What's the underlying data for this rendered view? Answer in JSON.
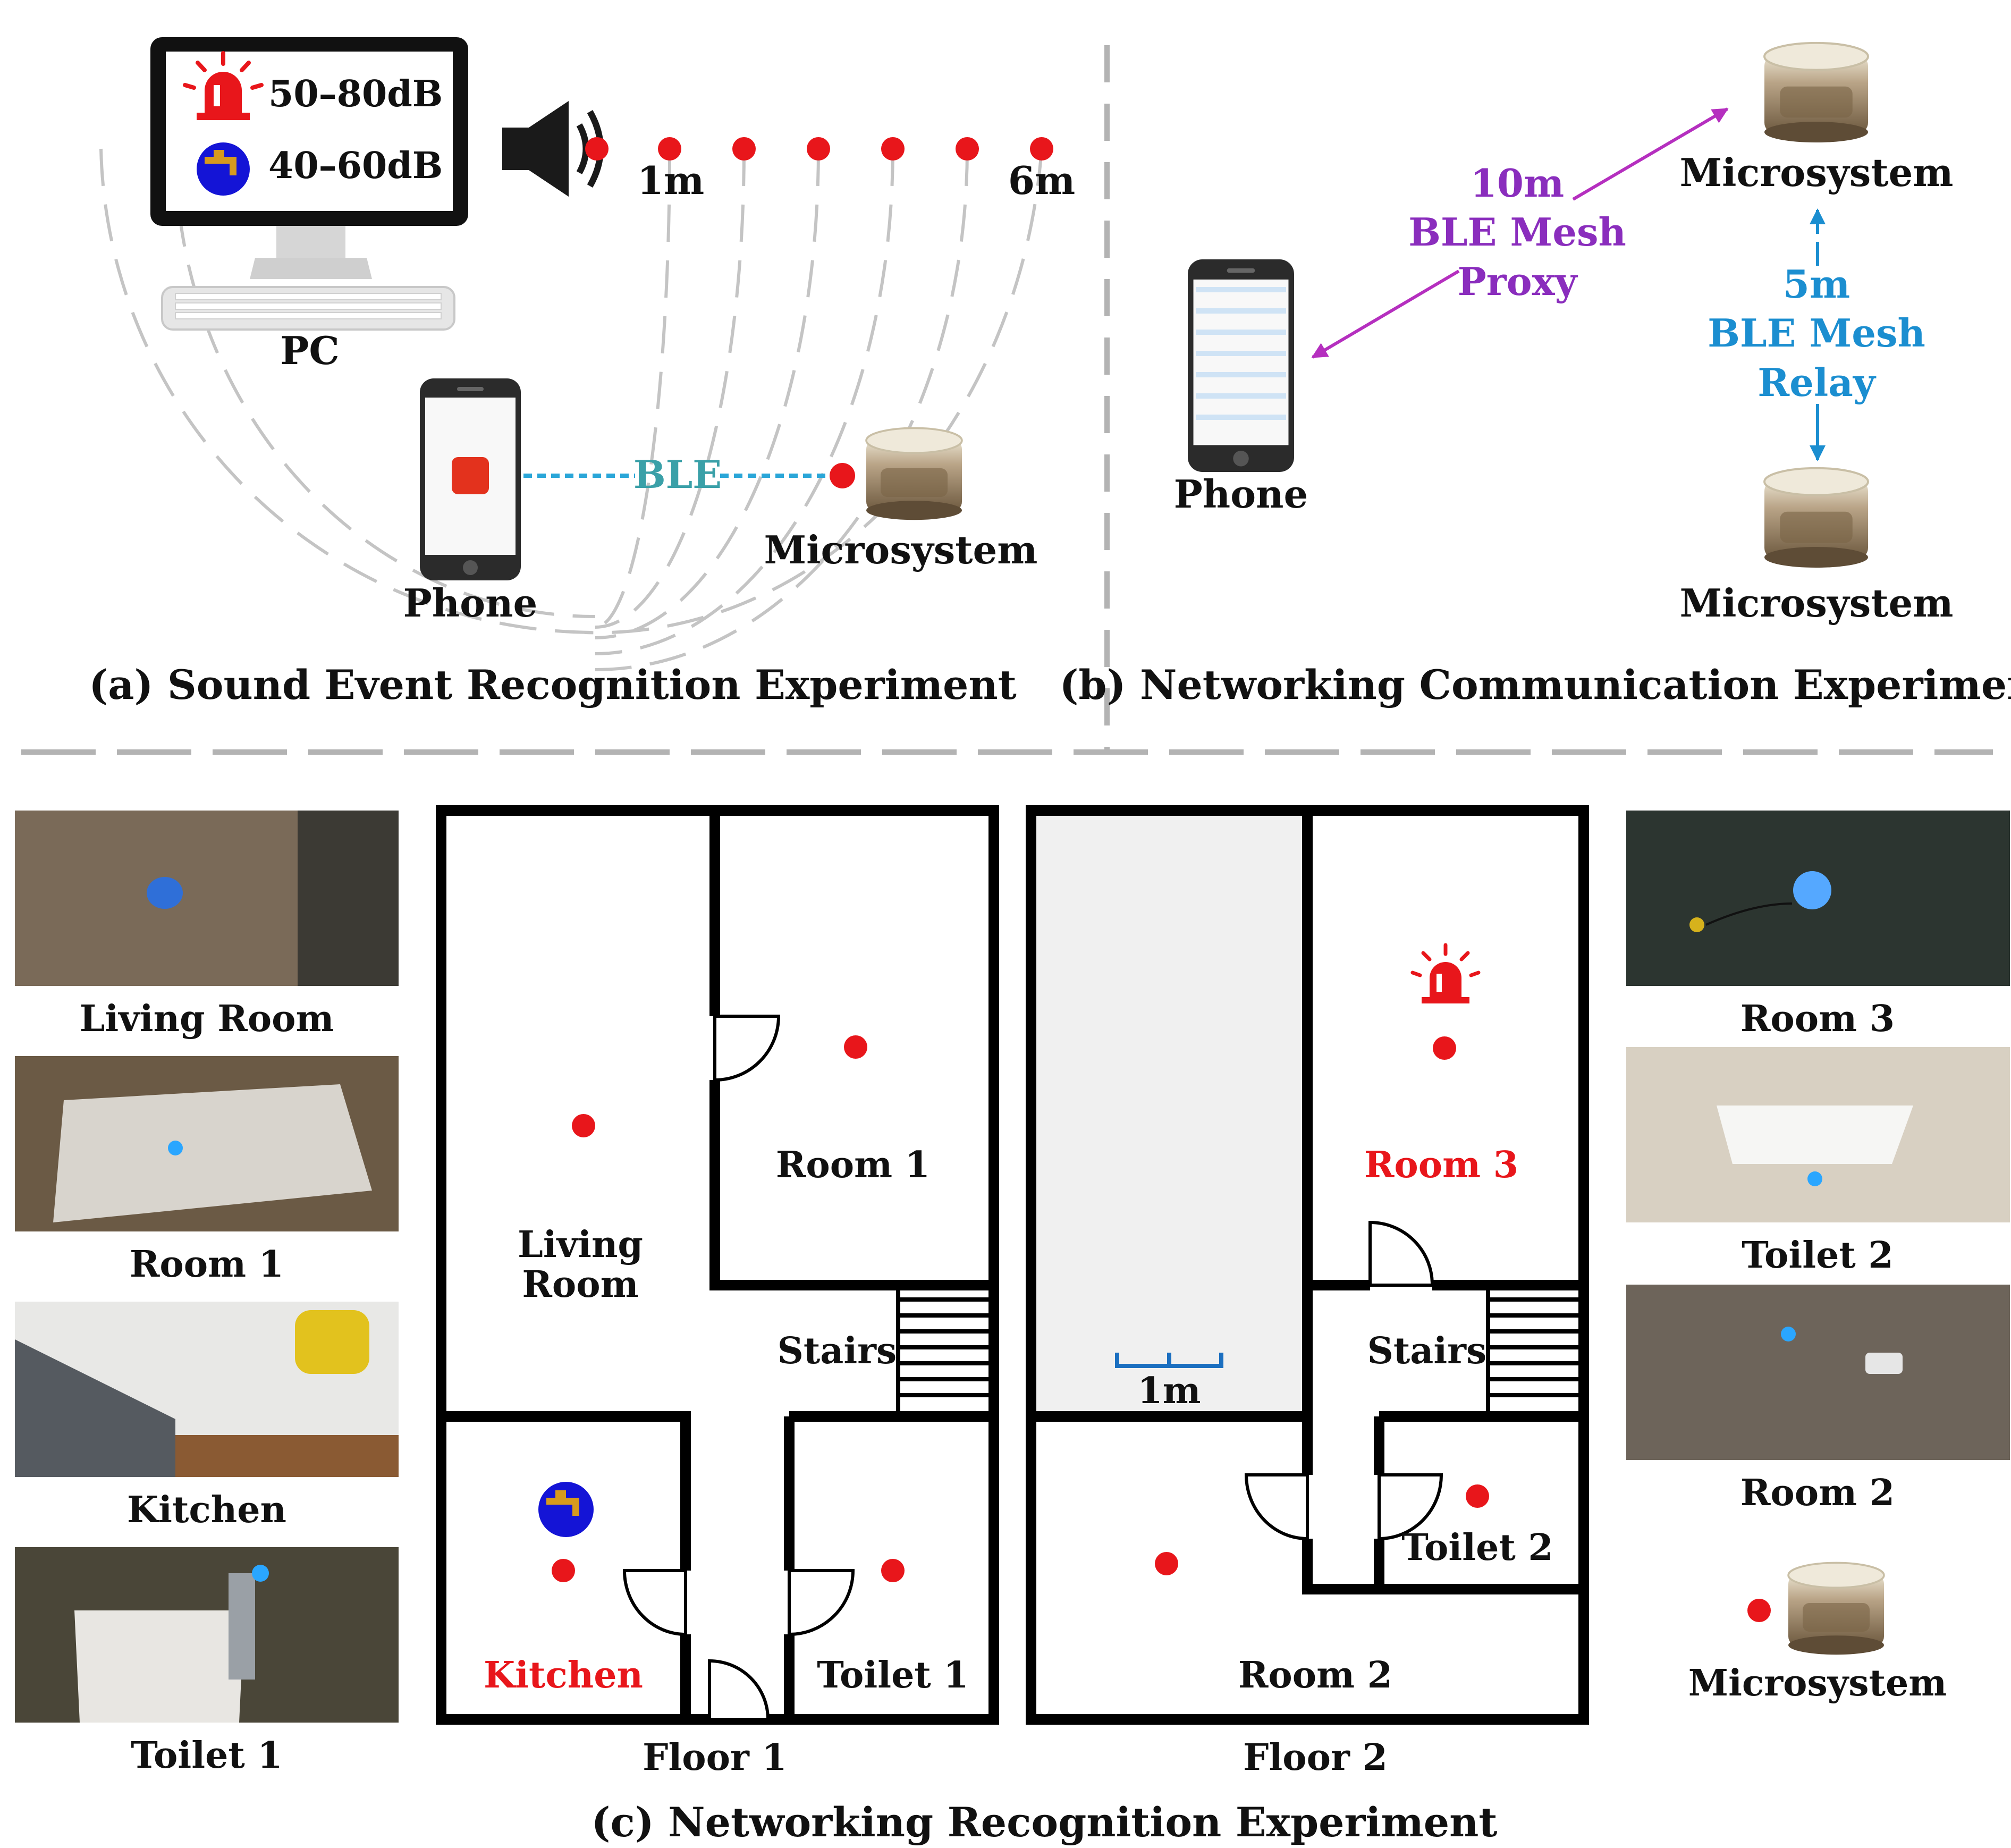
{
  "panel_a": {
    "caption": "(a) Sound Event Recognition Experiment",
    "alarm_db": "50–80dB",
    "water_db": "40–60dB",
    "pc_label": "PC",
    "dist_start": "1m",
    "dist_end": "6m",
    "ble_label": "BLE",
    "phone_label": "Phone",
    "micro_label": "Microsystem"
  },
  "panel_b": {
    "caption": "(b) Networking Communication Experiment",
    "phone_label": "Phone",
    "proxy_dist": "10m",
    "proxy_l1": "BLE Mesh",
    "proxy_l2": "Proxy",
    "relay_dist": "5m",
    "relay_l1": "BLE Mesh",
    "relay_l2": "Relay",
    "micro_top": "Microsystem",
    "micro_bottom": "Microsystem"
  },
  "panel_c": {
    "caption": "(c)  Networking Recognition Experiment",
    "photos_left": [
      "Living Room",
      "Room 1",
      "Kitchen",
      "Toilet 1"
    ],
    "photos_right": [
      "Room 3",
      "Toilet 2",
      "Room 2"
    ],
    "legend_label": "Microsystem",
    "floor1": {
      "label": "Floor 1",
      "living_l1": "Living",
      "living_l2": "Room",
      "room1": "Room 1",
      "stairs": "Stairs",
      "kitchen": "Kitchen",
      "toilet1": "Toilet 1"
    },
    "floor2": {
      "label": "Floor 2",
      "room3": "Room 3",
      "stairs": "Stairs",
      "scale": "1m",
      "toilet2": "Toilet 2",
      "room2": "Room 2"
    }
  },
  "colors": {
    "event_red": "#e8161b",
    "water_blue": "#1414d6",
    "ble_cyan": "#2aa6d8",
    "proxy_purple": "#b52fbf",
    "relay_blue": "#1b8ed0"
  }
}
